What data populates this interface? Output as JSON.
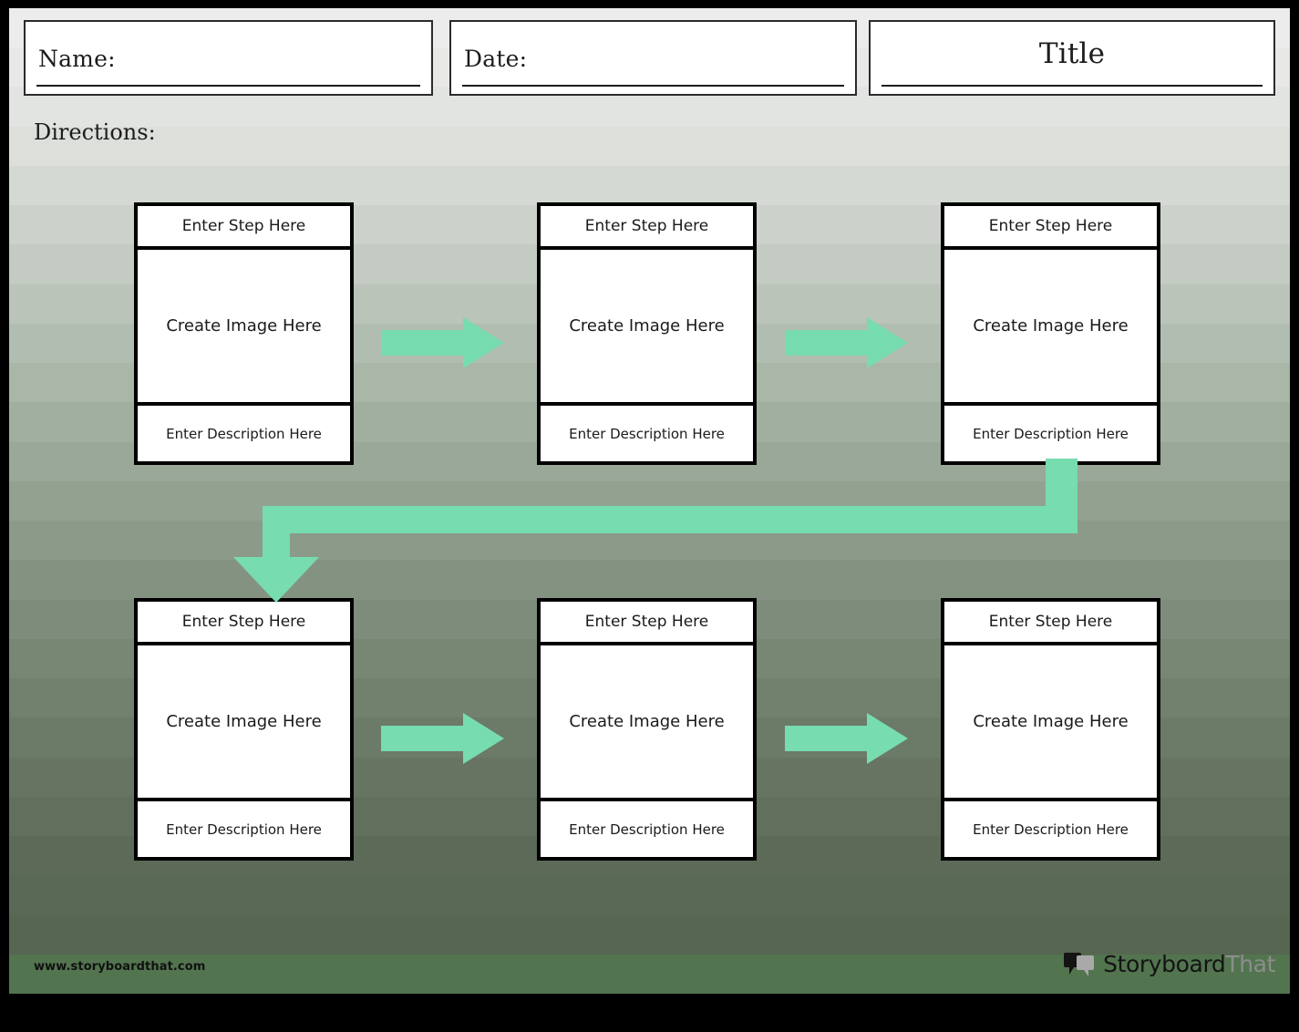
{
  "page": {
    "frame_color": "#000000",
    "accent_color": "#77dcb0",
    "background_top_color": "#ececec",
    "background_bottom_color": "#52744f"
  },
  "header": {
    "name_label": "Name:",
    "date_label": "Date:",
    "title_label": "Title",
    "directions_label": "Directions:"
  },
  "cards": [
    {
      "step": "Enter Step Here",
      "image": "Create Image Here",
      "description": "Enter Description Here"
    },
    {
      "step": "Enter Step Here",
      "image": "Create Image Here",
      "description": "Enter Description Here"
    },
    {
      "step": "Enter Step Here",
      "image": "Create Image Here",
      "description": "Enter Description Here"
    },
    {
      "step": "Enter Step Here",
      "image": "Create Image Here",
      "description": "Enter Description Here"
    },
    {
      "step": "Enter Step Here",
      "image": "Create Image Here",
      "description": "Enter Description Here"
    },
    {
      "step": "Enter Step Here",
      "image": "Create Image Here",
      "description": "Enter Description Here"
    }
  ],
  "connectors": [
    {
      "name": "arrow-row1-step1-to-step2",
      "direction": "right"
    },
    {
      "name": "arrow-row1-step2-to-step3",
      "direction": "right"
    },
    {
      "name": "arrow-wrap-step3-to-step4",
      "direction": "down"
    },
    {
      "name": "arrow-row2-step4-to-step5",
      "direction": "right"
    },
    {
      "name": "arrow-row2-step5-to-step6",
      "direction": "right"
    }
  ],
  "footer": {
    "url": "www.storyboardthat.com",
    "brand_main": "Storyboard",
    "brand_accent": "That"
  },
  "background_bands": [
    "#ececec",
    "#e8e9e7",
    "#e2e4e1",
    "#dcdfda",
    "#d4d9d3",
    "#ccd2cb",
    "#c3cbc2",
    "#bac4b9",
    "#b2bdb1",
    "#a9b6a8",
    "#a1afa0",
    "#99a898",
    "#92a190",
    "#8b9a89",
    "#849381",
    "#7e8c7b",
    "#788674",
    "#72806e",
    "#6c7a68",
    "#677462",
    "#626f5d",
    "#5d6a58",
    "#5a6955",
    "#566650",
    "#52744f"
  ]
}
